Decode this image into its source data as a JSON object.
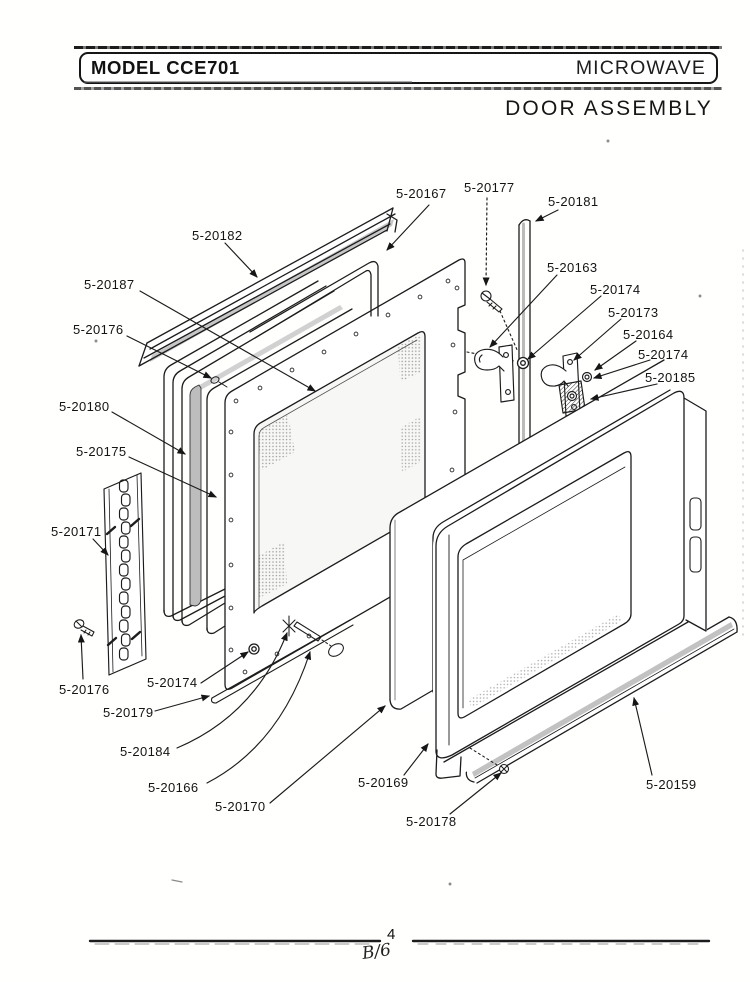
{
  "header": {
    "model_label": "MODEL CCE701",
    "category_label": "MICROWAVE",
    "page_subtitle": "DOOR ASSEMBLY"
  },
  "diagram": {
    "title": "Microwave door assembly exploded parts view",
    "part_labels": [
      "5-20182",
      "5-20167",
      "5-20177",
      "5-20181",
      "5-20163",
      "5-20174",
      "5-20173",
      "5-20164",
      "5-20174",
      "5-20185",
      "5-20187",
      "5-20176",
      "5-20180",
      "5-20175",
      "5-20171",
      "5-20176",
      "5-20174",
      "5-20179",
      "5-20184",
      "5-20166",
      "5-20170",
      "5-20169",
      "5-20178",
      "5-20159"
    ]
  },
  "footer": {
    "page_number": "4",
    "handwritten_mark": "B/6"
  },
  "colors": {
    "ink": "#1c1c1c",
    "paper": "#fffffe",
    "seal_gray": "#bdbdbd"
  }
}
